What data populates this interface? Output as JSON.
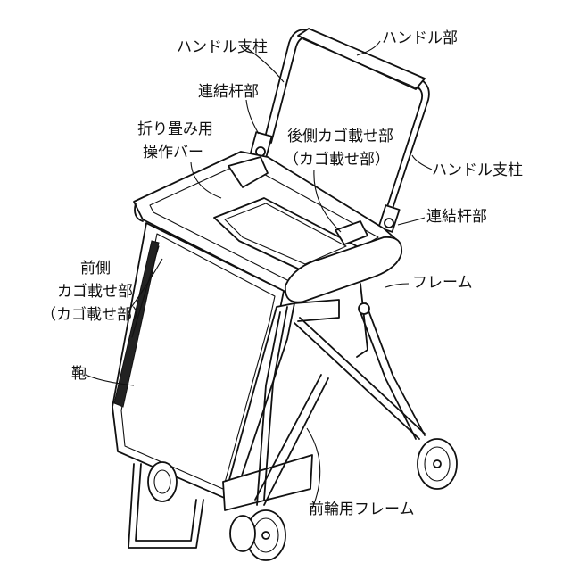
{
  "labels": {
    "handle_post_left": "ハンドル支柱",
    "handle_part": "ハンドル部",
    "link_rod_left": "連結杆部",
    "folding_bar": [
      "折り畳み用",
      "操作バー"
    ],
    "rear_basket": [
      "後側カゴ載せ部",
      "（カゴ載せ部）"
    ],
    "handle_post_right": "ハンドル支柱",
    "link_rod_right": "連結杆部",
    "frame": "フレーム",
    "front_basket": [
      "前側",
      "カゴ載せ部",
      "（カゴ載せ部）"
    ],
    "bag": "鞄",
    "front_wheel_frame": "前輪用フレーム"
  }
}
